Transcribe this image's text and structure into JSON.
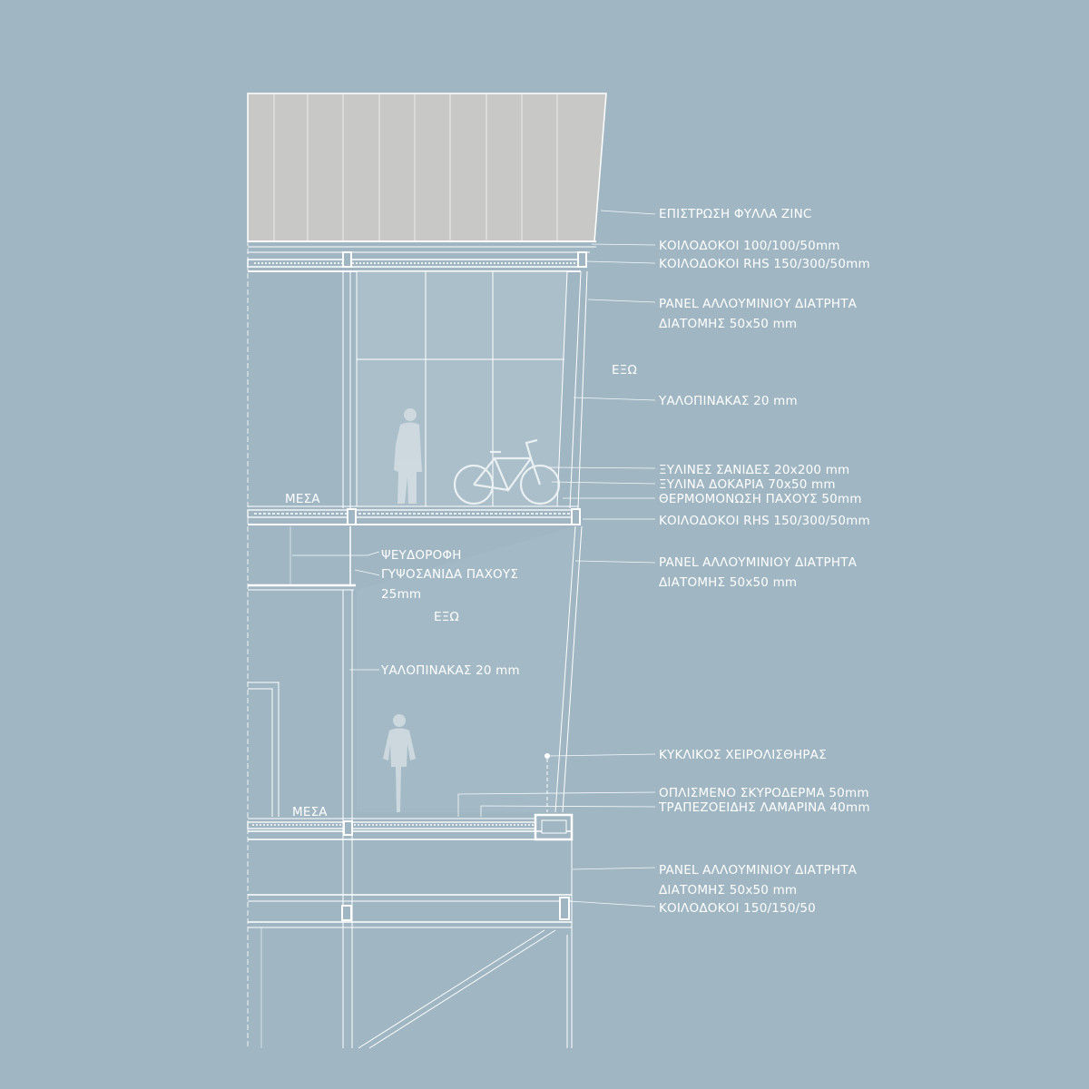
{
  "colors": {
    "background": "#a0b7c3",
    "roof_fill": "#c8c8c6",
    "line": "#ffffff",
    "glass": "#b5c7d0"
  },
  "labels": {
    "zinc_cladding": "ΕΠΙΣΤΡΩΣΗ ΦΥΛΛΑ ZINC",
    "hollow_100": "ΚΟΙΛΟΔΟΚΟΙ 100/100/50mm",
    "hollow_rhs_top": "ΚΟΙΛΟΔΟΚΟΙ RHS 150/300/50mm",
    "panel_top_1": "PANEL  ΑΛΛΟΥΜΙΝΙΟΥ ΔΙΑΤΡΗΤΑ",
    "panel_top_2": "ΔΙΑΤΟΜΗΣ 50x50 mm",
    "exo_top": "ΕΞΩ",
    "glass_top": "ΥΑΛΟΠΙΝΑΚΑΣ 20 mm",
    "timber_boards": "ΞΥΛΙΝΕΣ ΣΑΝΙΔΕΣ 20x200 mm",
    "timber_joists": "ΞΥΛΙΝΑ ΔΟΚΑΡΙΑ 70x50 mm",
    "insulation": "ΘΕΡΜΟΜΟΝΩΣΗ ΠΑΧΟΥΣ 50mm",
    "hollow_rhs_mid": "ΚΟΙΛΟΔΟΚΟΙ  RHS 150/300/50mm",
    "panel_mid_1": "PANEL  ΑΛΛΟΥΜΙΝΙΟΥ ΔΙΑΤΡΗΤΑ",
    "panel_mid_2": "ΔΙΑΤΟΜΗΣ 50x50 mm",
    "mesa_top": "ΜΕΣΑ",
    "false_ceiling_1": "ΨΕΥΔΟΡΟΦΗ",
    "false_ceiling_2": "ΓΥΨΟΣΑΝΙΔΑ ΠΑΧΟΥΣ",
    "false_ceiling_3": "25mm",
    "exo_mid": "ΕΞΩ",
    "glass_mid": "ΥΑΛΟΠΙΝΑΚΑΣ 20 mm",
    "handrail": "ΚΥΚΛΙΚΟΣ ΧΕΙΡΟΛΙΣΘΗΡΑΣ",
    "concrete_slab": "ΟΠΛΙΣΜΕΝΟ ΣΚΥΡΟΔΕΡΜΑ 50mm",
    "trapezoidal_sheet": "ΤΡΑΠΕΖΟΕΙΔΗΣ ΛΑΜΑΡΙΝΑ 40mm",
    "mesa_bottom": "ΜΕΣΑ",
    "panel_bot_1": "PANEL  ΑΛΛΟΥΜΙΝΙΟΥ ΔΙΑΤΡΗΤΑ",
    "panel_bot_2": "ΔΙΑΤΟΜΗΣ 50x50 mm",
    "hollow_150": "ΚΟΙΛΟΔΟΚΟΙ 150/150/50"
  },
  "icons": [
    "standing-person-icon",
    "bicycle-icon",
    "cyclist-icon"
  ]
}
